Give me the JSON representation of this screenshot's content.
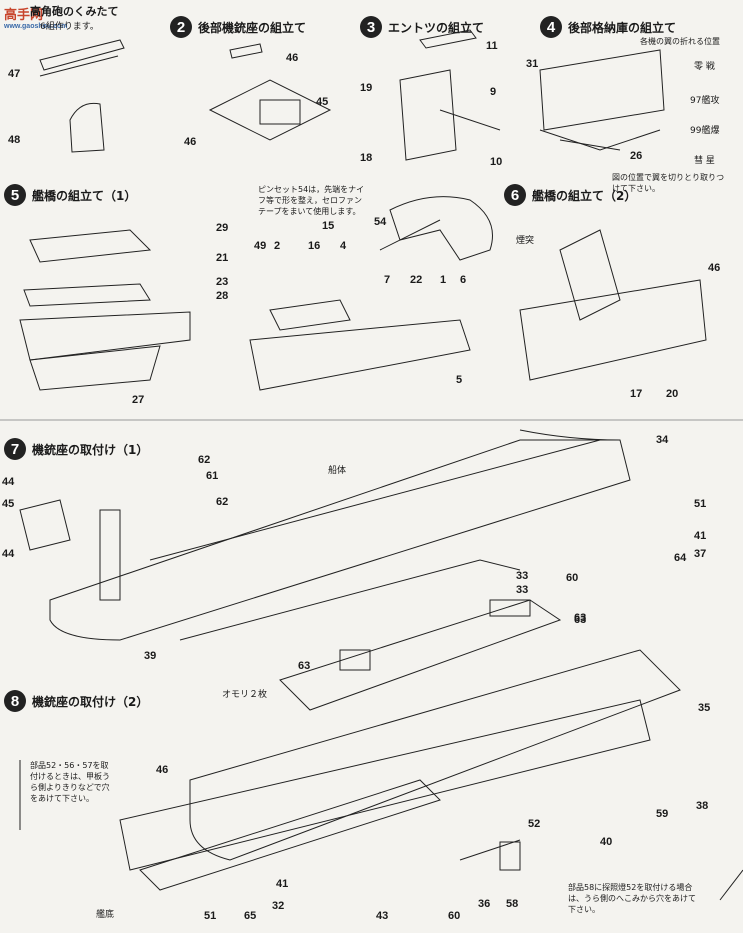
{
  "watermark": {
    "text": "高手网",
    "sub": "www.gaoshou.com"
  },
  "steps": [
    {
      "num": "2",
      "title": "後部機銃座の組立て"
    },
    {
      "num": "3",
      "title": "エントツの組立て"
    },
    {
      "num": "4",
      "title": "後部格納庫の組立て"
    },
    {
      "num": "5",
      "title": "艦橋の組立て（1）"
    },
    {
      "num": "6",
      "title": "艦橋の組立て（2）"
    },
    {
      "num": "7",
      "title": "機銃座の取付け（1）"
    },
    {
      "num": "8",
      "title": "機銃座の取付け（2）"
    }
  ],
  "step1_partial": {
    "title": "高角砲のくみたて",
    "sub": "6組作ります。"
  },
  "notes": {
    "wing_positions": "各機の翼の折れる位置",
    "plane1": "零 戦",
    "plane2": "97艦攻",
    "plane3": "99艦爆",
    "plane4": "彗 星",
    "wing_cut": "図の位置で翼を切りとり取りつけて下さい。",
    "tweezer": "ピンセット54は，先端をナイフ等で形を整え，セロファンテープをまいて使用します。",
    "funnel": "煙突",
    "hull": "船体",
    "weights": "オモリ２枚",
    "parts_holes": "部品52・56・57を取付けるときは、甲板うら側よりきりなどで穴をあけて下さい。",
    "part58": "部品58に探照燈52を取付ける場合は、うら側のへこみから穴をあけて下さい。",
    "keel": "艦底"
  },
  "part_numbers": {
    "s1": [
      "47",
      "48"
    ],
    "s2": [
      "46",
      "45",
      "46"
    ],
    "s3": [
      "11",
      "19",
      "9",
      "18",
      "10"
    ],
    "s4": [
      "31",
      "26"
    ],
    "s5": [
      "29",
      "21",
      "23",
      "28",
      "27"
    ],
    "s5b": [
      "15",
      "49",
      "2",
      "16",
      "4",
      "54",
      "7",
      "22",
      "1",
      "6",
      "5"
    ],
    "s6": [
      "46",
      "17",
      "20"
    ],
    "s7": [
      "62",
      "61",
      "62",
      "44",
      "45",
      "44",
      "34",
      "51",
      "41",
      "37",
      "64",
      "33",
      "60",
      "39",
      "63"
    ],
    "s8": [
      "33",
      "63",
      "63",
      "35",
      "46",
      "59",
      "38",
      "52",
      "40",
      "41",
      "32",
      "65",
      "51",
      "43",
      "60",
      "36",
      "58"
    ]
  }
}
